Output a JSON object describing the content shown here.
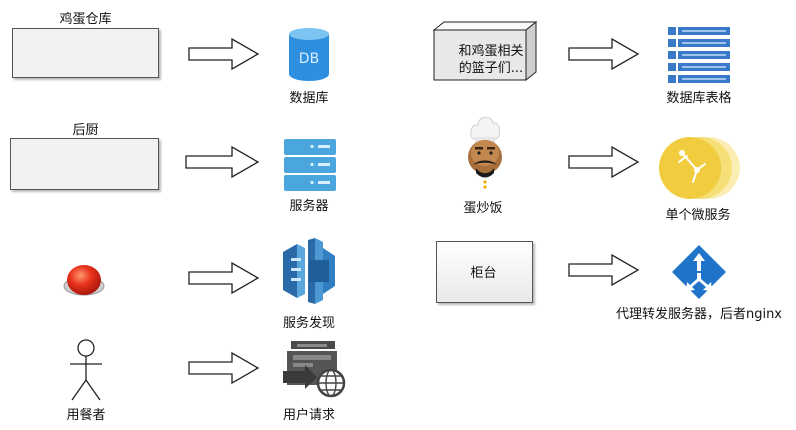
{
  "left_column": {
    "egg_storage": {
      "label": "鸡蛋仓库"
    },
    "kitchen": {
      "label": "后厨"
    },
    "red_button": {
      "label": ""
    },
    "diner": {
      "label": "用餐者"
    }
  },
  "middle_column": {
    "database": {
      "label": "数据库",
      "db_text": "DB"
    },
    "server": {
      "label": "服务器"
    },
    "service_discovery": {
      "label": "服务发现"
    },
    "user_request": {
      "label": "用户请求"
    }
  },
  "right_column": {
    "baskets": {
      "line1": "和鸡蛋相关",
      "line2": "的篮子们..."
    },
    "db_table": {
      "label": "数据库表格"
    },
    "chef": {
      "label": "蛋炒饭"
    },
    "microservice": {
      "label": "单个微服务"
    },
    "counter": {
      "label": "柜台"
    },
    "proxy": {
      "label": "代理转发服务器，后者nginx"
    }
  },
  "colors": {
    "aws_blue": "#2f7fc2",
    "aws_light": "#58b1e8",
    "server_blue": "#4aa8e0",
    "gold": "#f4d24e",
    "red": "#e02a1a",
    "azure_blue": "#1f74c9"
  }
}
